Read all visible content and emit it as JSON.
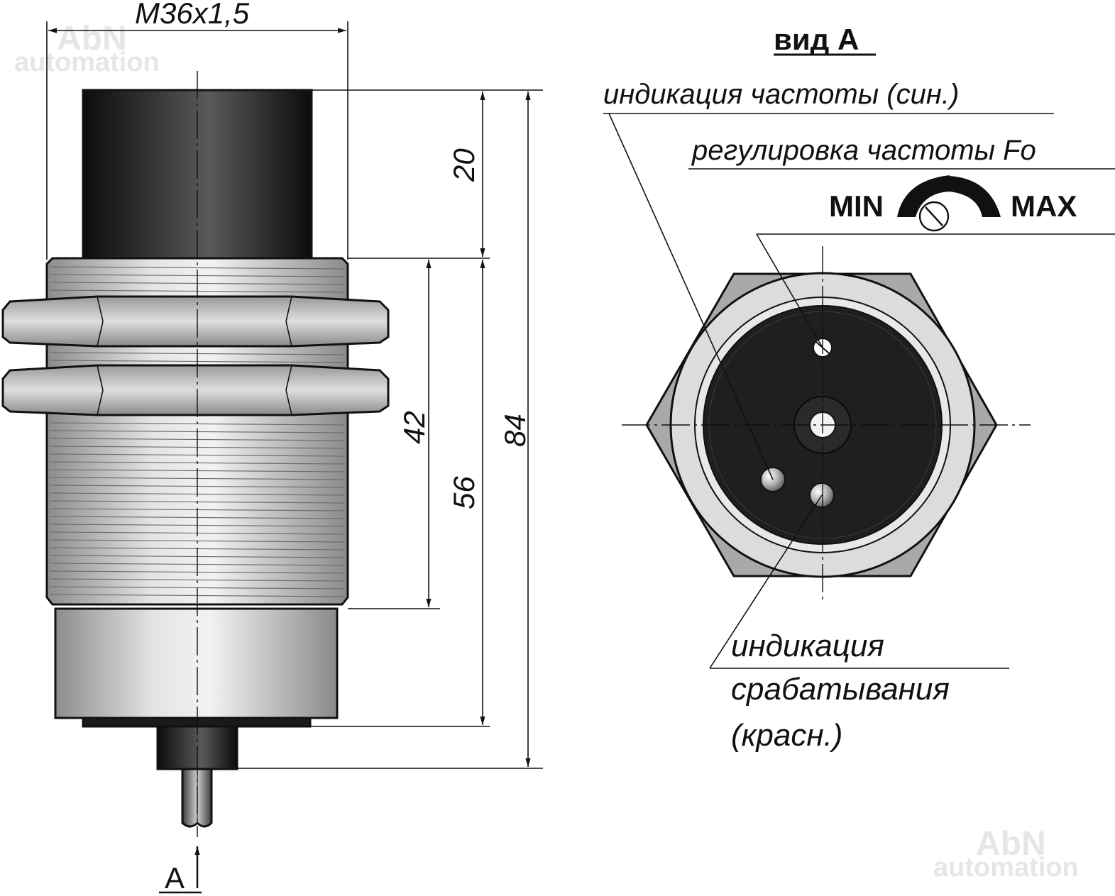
{
  "watermark": {
    "brand": "AbN",
    "sub": "automation"
  },
  "dimensions": {
    "thread": "M36x1,5",
    "d20": "20",
    "d42": "42",
    "d56": "56",
    "d84": "84"
  },
  "side_view": {
    "view_marker": "A"
  },
  "view_a": {
    "title": "вид А",
    "freq_indicator": "индикация частоты (син.)",
    "freq_adjust": "регулировка частоты Fо",
    "min_label": "MIN",
    "max_label": "MAX",
    "trigger_line1": "индикация",
    "trigger_line2": "срабатывания",
    "trigger_line3": "(красн.)"
  },
  "colors": {
    "blue_led": "#b8b8b8",
    "red_led": "#b8b8b8",
    "body_metal": "#c9c9c9",
    "cap_dark": "#1a1a1a"
  }
}
